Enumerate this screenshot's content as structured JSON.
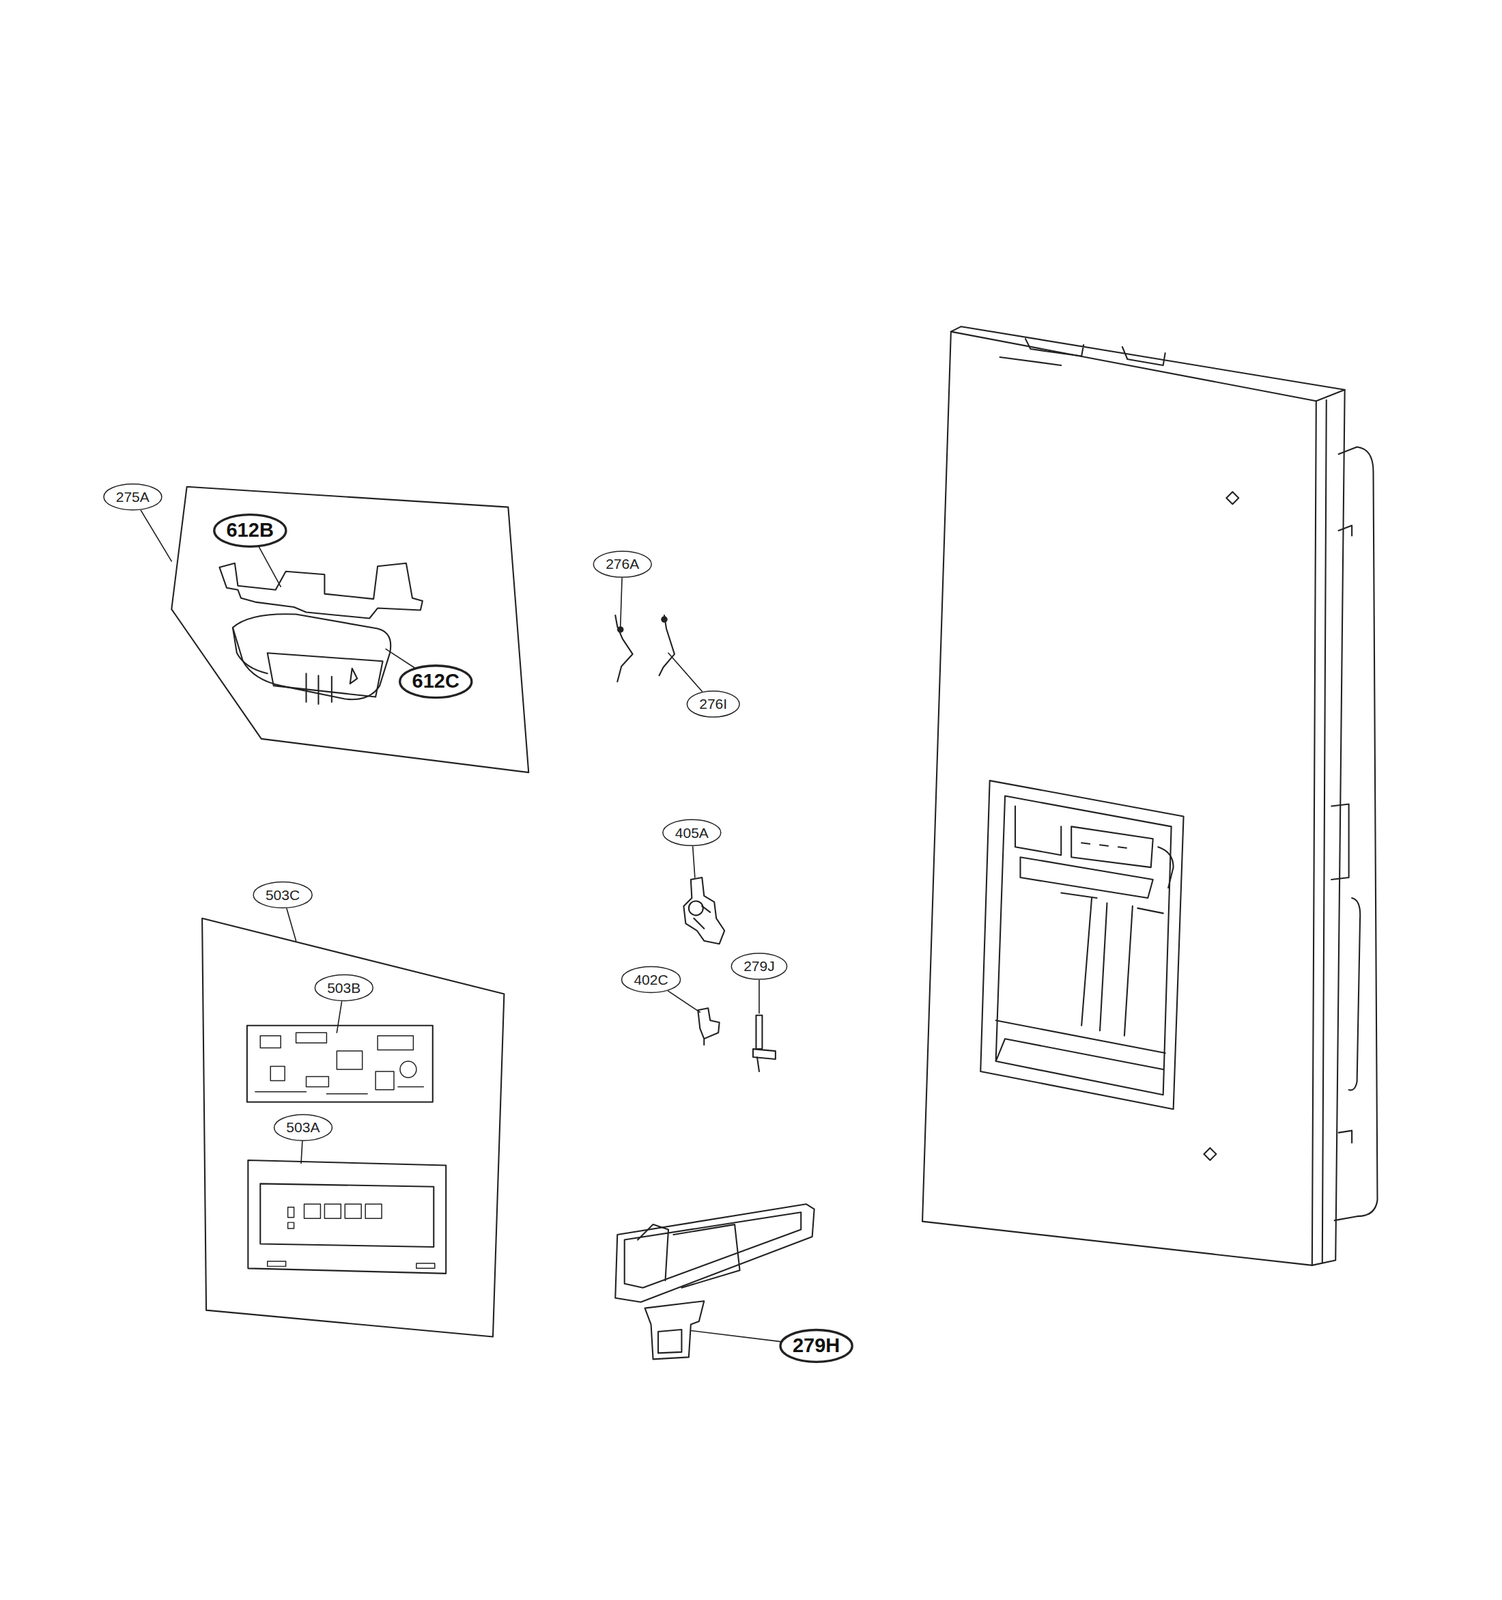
{
  "diagram": {
    "labels": [
      "275A",
      "612B",
      "276A",
      "612C",
      "276I",
      "405A",
      "503C",
      "503B",
      "402C",
      "279J",
      "503A",
      "279H"
    ]
  }
}
